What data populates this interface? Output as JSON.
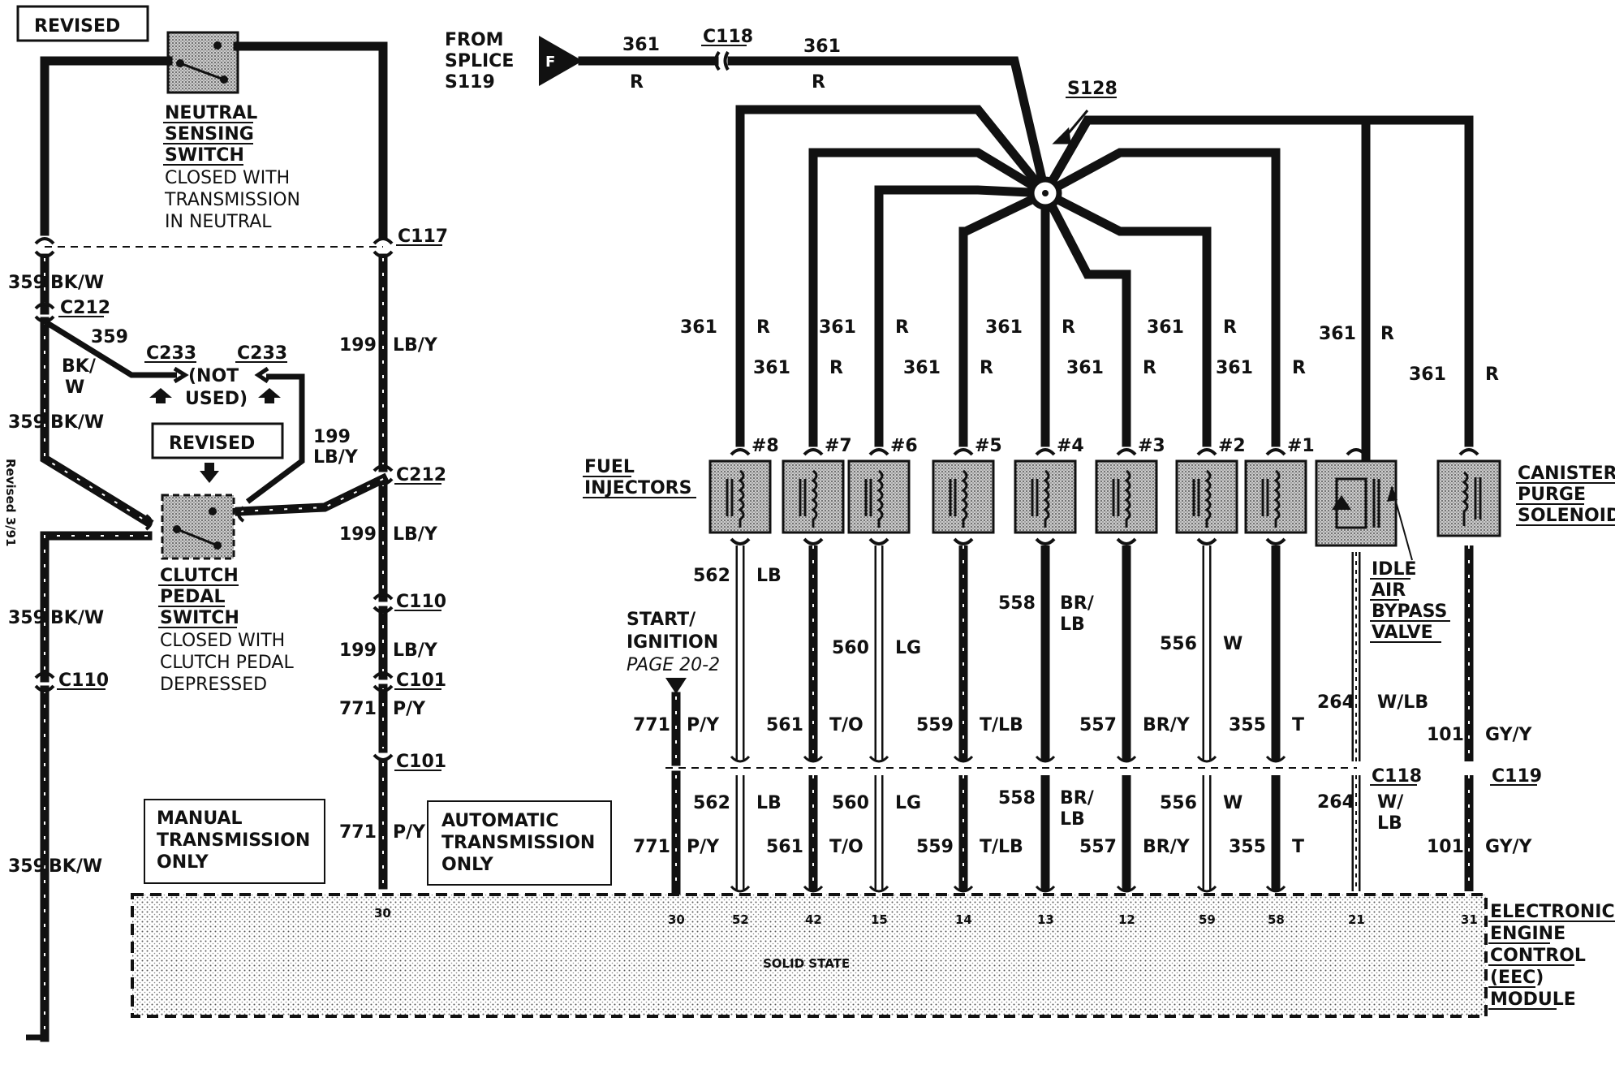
{
  "banner": "REVISED",
  "vertical_note": "Revised 3/91",
  "splice_in": {
    "from": "FROM",
    "splice": "SPLICE",
    "id": "S119",
    "flag": "F",
    "c118": "C118",
    "wire": "361",
    "color": "R"
  },
  "s128": "S128",
  "neutral_switch": {
    "lines": [
      "NEUTRAL",
      "SENSING",
      "SWITCH"
    ],
    "note": [
      "CLOSED WITH",
      "TRANSMISSION",
      "IN  NEUTRAL"
    ]
  },
  "clutch_switch": {
    "lines": [
      "CLUTCH",
      "PEDAL",
      "SWITCH"
    ],
    "note": [
      "CLOSED WITH",
      "CLUTCH  PEDAL",
      "DEPRESSED"
    ]
  },
  "revised_box": "REVISED",
  "not_used": [
    "(NOT",
    "USED)"
  ],
  "connectors": {
    "c117": "C117",
    "c212": "C212",
    "c233": "C233",
    "c110": "C110",
    "c101": "C101",
    "c118": "C118",
    "c119": "C119"
  },
  "left_wires": {
    "w359": "359",
    "bkw": "BK/W",
    "bk": "BK/",
    "w": "W",
    "w199": "199",
    "lby": "LB/Y",
    "lb": "LB/Y",
    "w771": "771",
    "py": "P/Y"
  },
  "boxes": {
    "manual": [
      "MANUAL",
      "TRANSMISSION",
      "ONLY"
    ],
    "automatic": [
      "AUTOMATIC",
      "TRANSMISSION",
      "ONLY"
    ]
  },
  "start_ign": [
    "START/",
    "IGNITION"
  ],
  "start_page": "PAGE 20-2",
  "fuel_injectors": [
    "FUEL",
    "INJECTORS"
  ],
  "canister": [
    "CANISTER",
    "PURGE",
    "SOLENOID"
  ],
  "iab": [
    "IDLE",
    "AIR",
    "BYPASS",
    "VALVE"
  ],
  "eec": [
    "ELECTRONIC",
    "ENGINE",
    "CONTROL",
    "(EEC)",
    "MODULE"
  ],
  "solid_state": "SOLID STATE",
  "feed": {
    "wire": "361",
    "color": "R"
  },
  "injectors": [
    {
      "label": "#8",
      "wire": "562",
      "color": "LB",
      "pin": "52"
    },
    {
      "label": "#7",
      "wire": "561",
      "color": "T/O",
      "pin": "42"
    },
    {
      "label": "#6",
      "wire": "560",
      "color": "LG",
      "pin": "15"
    },
    {
      "label": "#5",
      "wire": "559",
      "color": "T/LB",
      "pin": "14"
    },
    {
      "label": "#4",
      "wire": "558",
      "color": "BR/LB",
      "pin": "13"
    },
    {
      "label": "#3",
      "wire": "557",
      "color": "BR/Y",
      "pin": "12"
    },
    {
      "label": "#2",
      "wire": "556",
      "color": "W",
      "pin": "59"
    },
    {
      "label": "#1",
      "wire": "355",
      "color": "T",
      "pin": "58"
    }
  ],
  "iab_wire": {
    "wire": "264",
    "color": "W/LB",
    "pin": "21"
  },
  "canister_wire": {
    "wire": "101",
    "color": "GY/Y",
    "pin": "31"
  },
  "start_wire": {
    "wire": "771",
    "color": "P/Y",
    "pin": "30"
  },
  "auto_pin": "30"
}
